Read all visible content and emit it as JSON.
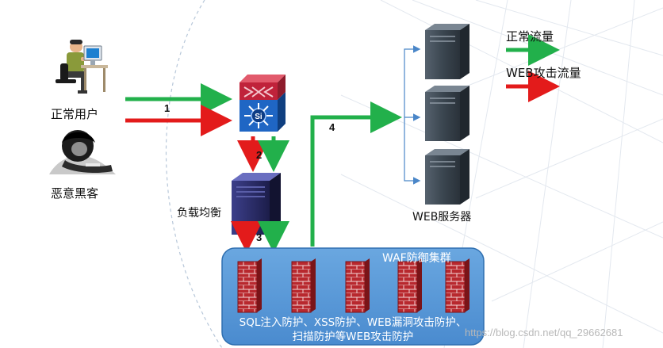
{
  "labels": {
    "normal_user": "正常用户",
    "malicious_hacker": "恶意黑客",
    "load_balancer": "负载均衡",
    "web_servers": "WEB服务器",
    "waf_cluster": "WAF防御集群",
    "waf_description": "SQL注入防护、XSS防护、WEB漏洞攻击防护、扫描防护等WEB攻击防护",
    "switch_badge": "Si"
  },
  "legend": {
    "normal_traffic": "正常流量",
    "attack_traffic": "WEB攻击流量"
  },
  "steps": {
    "s1": "1",
    "s2": "2",
    "s3": "3",
    "s4": "4"
  },
  "watermark": "https://blog.csdn.net/qq_29662681",
  "colors": {
    "normal_traffic": "#22b04b",
    "attack_traffic": "#e31b1b",
    "waf_box": "#5b9bd5",
    "waf_border": "#2f6fb0",
    "firewall_brick": "#b8282e",
    "server_body": "#3f4a55",
    "switch_blue": "#1f66c4",
    "switch_red": "#c0223a",
    "connector": "#4a86c8"
  },
  "icons": {
    "normal_user": "user-at-computer-icon",
    "malicious_hacker": "hacker-icon",
    "switch": "layer3-switch-icon",
    "load_balancer": "server-tower-icon",
    "web_server": "server-tower-icon",
    "firewall": "firewall-icon"
  }
}
